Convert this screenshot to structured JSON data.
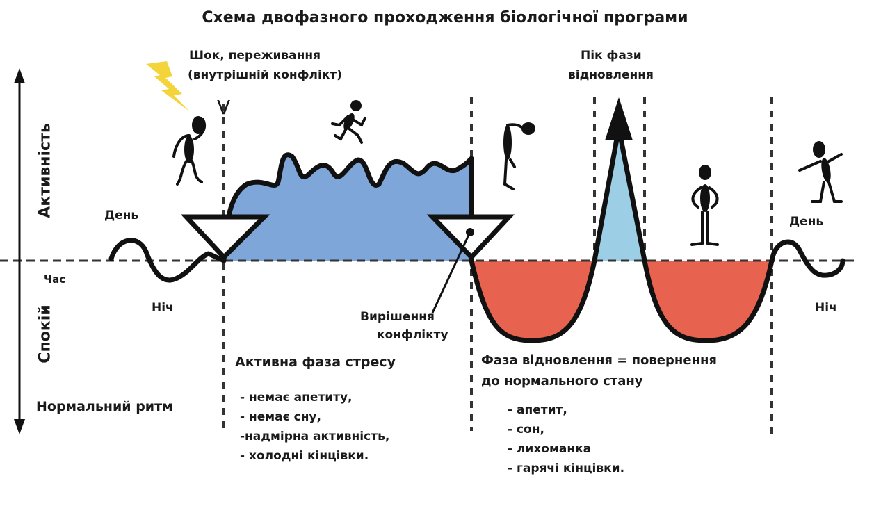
{
  "title": "Схема двофазного проходження біологічної програми",
  "axis": {
    "activity": "Активність",
    "rest": "Спокій",
    "time": "Час"
  },
  "labels": {
    "shock_line1": "Шок, переживання",
    "shock_line2": "(внутрішній конфлікт)",
    "v_mark": "V",
    "day_left": "День",
    "night_left": "Ніч",
    "day_right": "День",
    "night_right": "Ніч",
    "peak_line1": "Пік фази",
    "peak_line2": "відновлення",
    "resolution_line1": "Вирішення",
    "resolution_line2": "конфлікту",
    "normal_rhythm": "Нормальний ритм"
  },
  "active_phase": {
    "title": "Активна фаза стресу",
    "items": [
      "- немає апетиту,",
      "- немає сну,",
      "-надмірна активність,",
      "- холодні кінцівки."
    ]
  },
  "recovery_phase": {
    "title_line1": "Фаза відновлення = повернення",
    "title_line2": "до нормального стану",
    "items": [
      "- апетит,",
      "- сон,",
      "- лихоманка",
      "- гарячі кінцівки."
    ]
  },
  "colors": {
    "active": "#7ea6d8",
    "recovery": "#e8634f",
    "peak": "#9ccfe6",
    "lightning": "#f3d43a"
  }
}
